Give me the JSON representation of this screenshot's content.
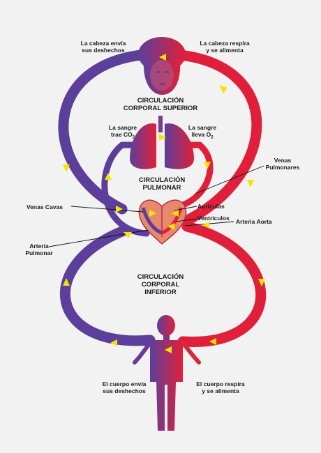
{
  "labels": {
    "head_sends": "La cabeza envía\nsus deshechos",
    "head_breathes": "La cabeza respira\ny se alimenta",
    "upper_title": "CIRCULACIÓN\nCORPORAL SUPERIOR",
    "blood_brings": "La sangre\ntrae CO",
    "blood_brings_sub": "2",
    "blood_carries": "La sangre\nlleva O",
    "blood_carries_sub": "2",
    "pulm_title": "CIRCULACIÓN\nPULMONAR",
    "venas_pulmonares": "Venas\nPulmonares",
    "venas_cavas": "Venas Cavas",
    "auriculas": "Aurículas",
    "ventriculos": "Ventrículos",
    "arteria_aorta": "Arteria Aorta",
    "arteria_pulmonar": "Arteria\nPulmonar",
    "lower_title": "CIRCULACIÓN\nCORPORAL\nINFERIOR",
    "body_sends": "El cuerpo envía\nsus deshechos",
    "body_breathes": "El cuerpo respira\ny se alimenta"
  },
  "colors": {
    "venous": "#5b3f9a",
    "arterial": "#e0203a",
    "arrow": "#f5e400",
    "background": "#f2f2f2"
  }
}
